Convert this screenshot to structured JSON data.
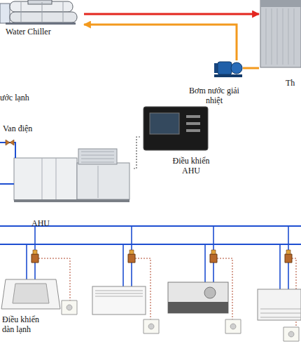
{
  "diagram": {
    "nodes": [
      {
        "text": [
          "Water Chiller"
        ]
      },
      {
        "text": [
          "Th"
        ]
      },
      {
        "text": [
          "Bơm nước giải nhiệt"
        ]
      },
      {
        "text": [
          "Điều khiển AHU"
        ]
      },
      {
        "text": [
          "AHU"
        ]
      }
    ],
    "edges": [
      {
        "from": 0,
        "to": 1,
        "arrow": "to"
      },
      {
        "from": 1,
        "to": 2,
        "arrow": "none"
      },
      {
        "from": 2,
        "to": 0,
        "arrow": "to"
      },
      {
        "from": 3,
        "to": 4,
        "arrow": "none"
      }
    ],
    "labels": [
      "ước lạnh",
      "Van điện",
      "Điều khiển dàn lạnh"
    ]
  }
}
